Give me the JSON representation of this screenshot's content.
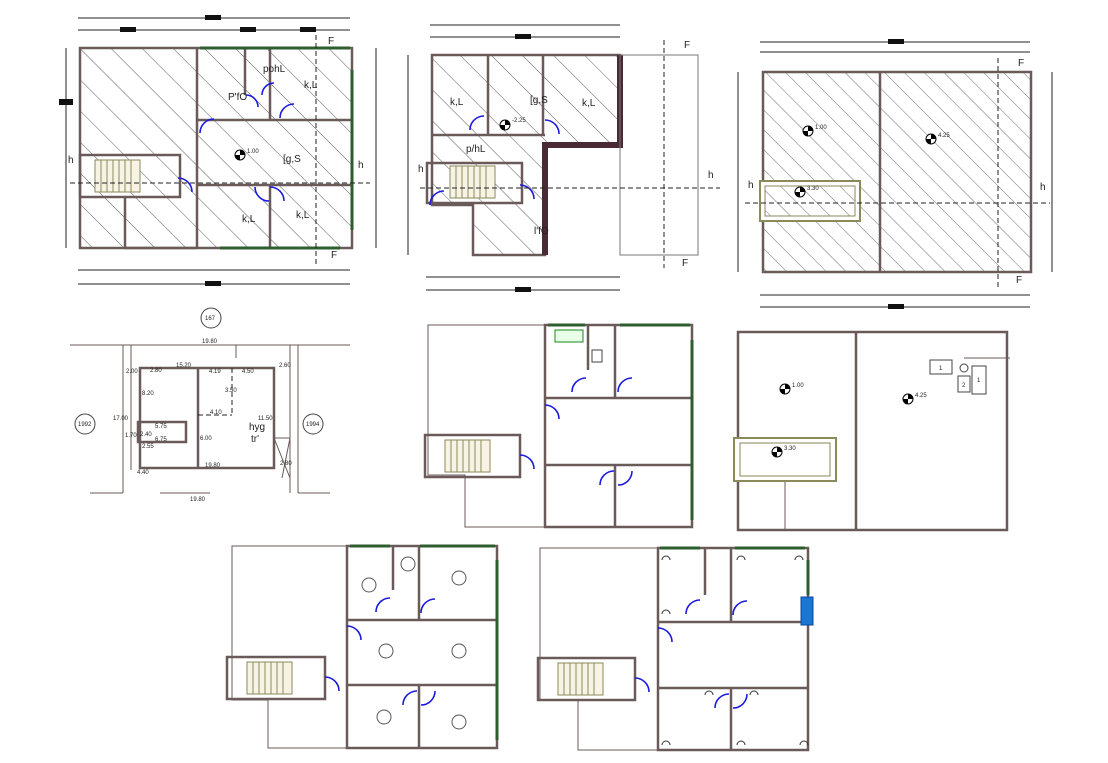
{
  "plan_top_left": {
    "rooms": [
      "pohL",
      "P'fO",
      "k,L",
      "[g,S",
      "k,L",
      "k,L"
    ],
    "level": "1.00",
    "section_marks": {
      "h": "h",
      "f": "F"
    }
  },
  "plan_top_middle": {
    "rooms": [
      "k,L",
      "[g,S",
      "k,L",
      "p/hL",
      "l'fO"
    ],
    "level": "-2.25",
    "section_marks": {
      "h": "h",
      "f": "F"
    }
  },
  "plan_roof_top": {
    "levels": [
      "1.00",
      "4.25",
      "3.30"
    ],
    "section_marks": {
      "h": "h",
      "f": "F"
    }
  },
  "site_plan": {
    "neighbors": [
      "167",
      "1992",
      "1994"
    ],
    "dimensions": [
      "19.80",
      "15.20",
      "2.80",
      "4.19",
      "4.50",
      "2.00",
      "2.60",
      "8.20",
      "3.50",
      "4.10",
      "1.70",
      "5.75",
      "6.75",
      "2.40",
      "2.55",
      "4.40",
      "6.00",
      "11.50",
      "17.00",
      "2.80",
      "19.80",
      "19.80"
    ],
    "labels": [
      "hyg",
      "tr'"
    ]
  },
  "plan_roof_middle": {
    "levels": [
      "1.00",
      "4.25",
      "3.30"
    ],
    "tank_labels": [
      "1",
      "2",
      "1"
    ]
  },
  "colors": {
    "wall": "#6b5a5a",
    "door": "#1a1adf",
    "window": "#2e5d2e",
    "panel": "#1976d2"
  }
}
